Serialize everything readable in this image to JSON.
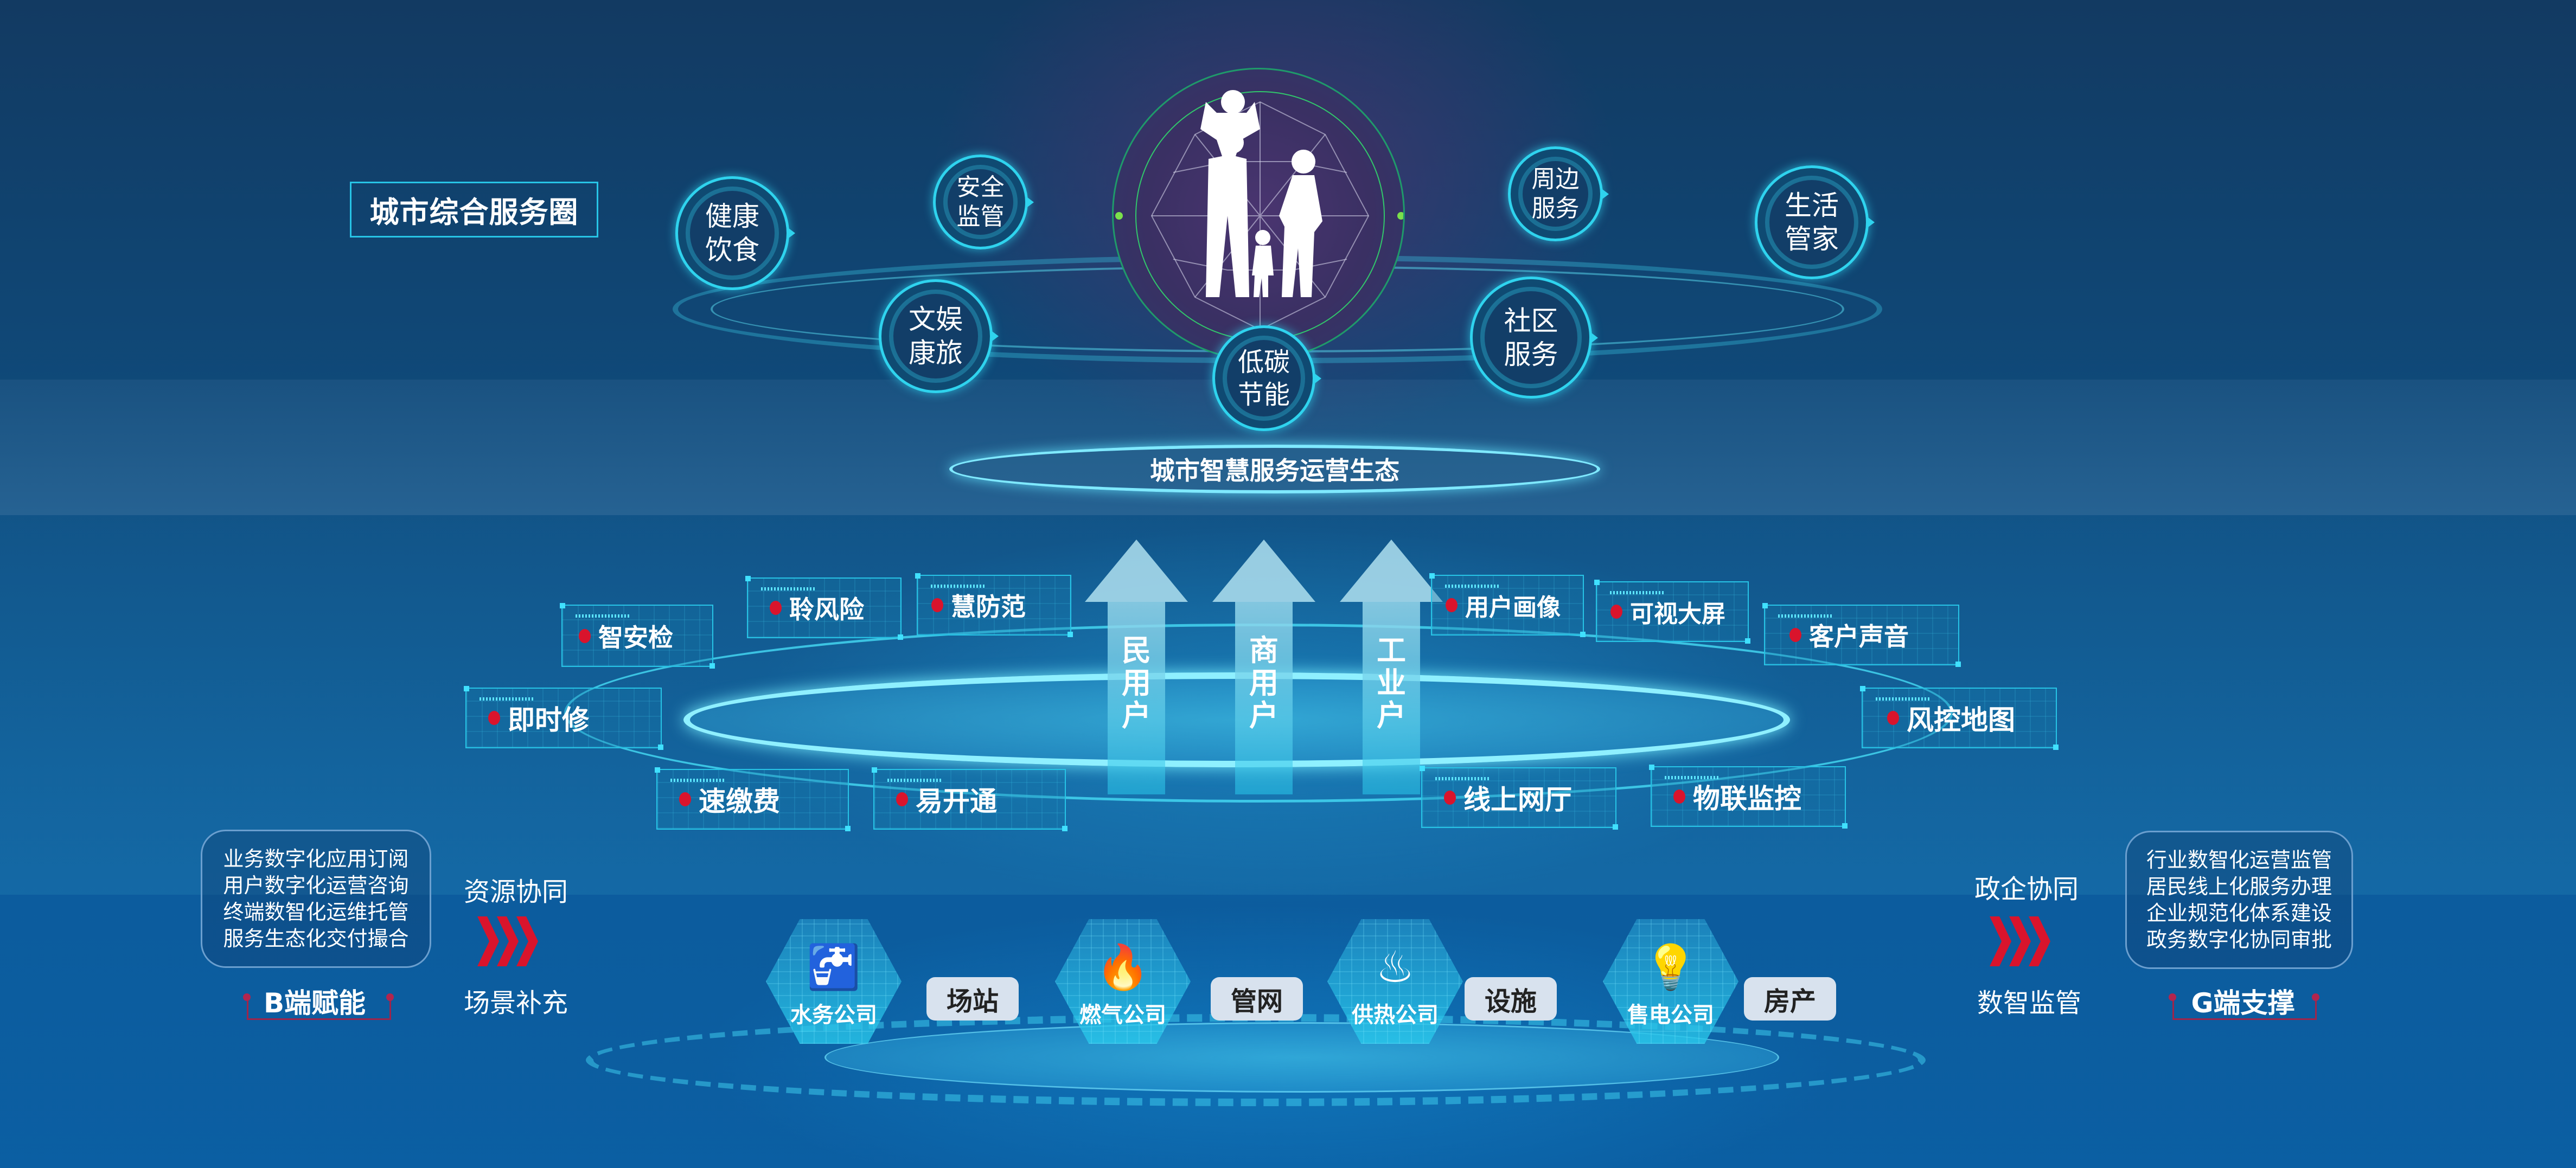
{
  "top_section": {
    "title": "城市综合服务圈",
    "bubbles": [
      {
        "line1": "健康",
        "line2": "饮食"
      },
      {
        "line1": "安全",
        "line2": "监管"
      },
      {
        "line1": "文娱",
        "line2": "康旅"
      },
      {
        "line1": "低碳",
        "line2": "节能"
      },
      {
        "line1": "周边",
        "line2": "服务"
      },
      {
        "line1": "生活",
        "line2": "管家"
      },
      {
        "line1": "社区",
        "line2": "服务"
      }
    ],
    "center_icon": "family-silhouette-icon",
    "ecosystem_label": "城市智慧服务运营生态"
  },
  "middle_section": {
    "arrows": [
      {
        "chars": [
          "民",
          "用",
          "户"
        ]
      },
      {
        "chars": [
          "商",
          "用",
          "户"
        ]
      },
      {
        "chars": [
          "工",
          "业",
          "户"
        ]
      }
    ],
    "left_panels": [
      "智安检",
      "聆风险",
      "慧防范",
      "即时修",
      "速缴费",
      "易开通"
    ],
    "right_panels": [
      "用户画像",
      "可视大屏",
      "客户声音",
      "风控地图",
      "线上网厅",
      "物联监控"
    ]
  },
  "bottom_section": {
    "b_side": {
      "lines": [
        "业务数字化应用订阅",
        "用户数字化运营咨询",
        "终端数智化运维托管",
        "服务生态化交付撮合"
      ],
      "label": "B端赋能",
      "flow_top": "资源协同",
      "flow_bottom": "场景补充"
    },
    "g_side": {
      "lines": [
        "行业数智化运营监管",
        "居民线上化服务办理",
        "企业规范化体系建设",
        "政务数字化协同审批"
      ],
      "label": "G端支撑",
      "flow_top": "政企协同",
      "flow_bottom": "数智监管"
    },
    "companies": [
      {
        "name": "水务公司",
        "icon": "faucet-icon",
        "glyph": "🚰",
        "tag": "场站"
      },
      {
        "name": "燃气公司",
        "icon": "flame-icon",
        "glyph": "🔥",
        "tag": "管网"
      },
      {
        "name": "供热公司",
        "icon": "radiator-icon",
        "glyph": "♨",
        "tag": "设施"
      },
      {
        "name": "售电公司",
        "icon": "lightbulb-icon",
        "glyph": "💡",
        "tag": "房产"
      }
    ]
  },
  "colors": {
    "accent_cyan": "#27c4e6",
    "dot_red": "#d9142c",
    "chevron_red": "#d9142c",
    "background": "#0f4a7a",
    "tag_bg": "#d8e2ee"
  }
}
